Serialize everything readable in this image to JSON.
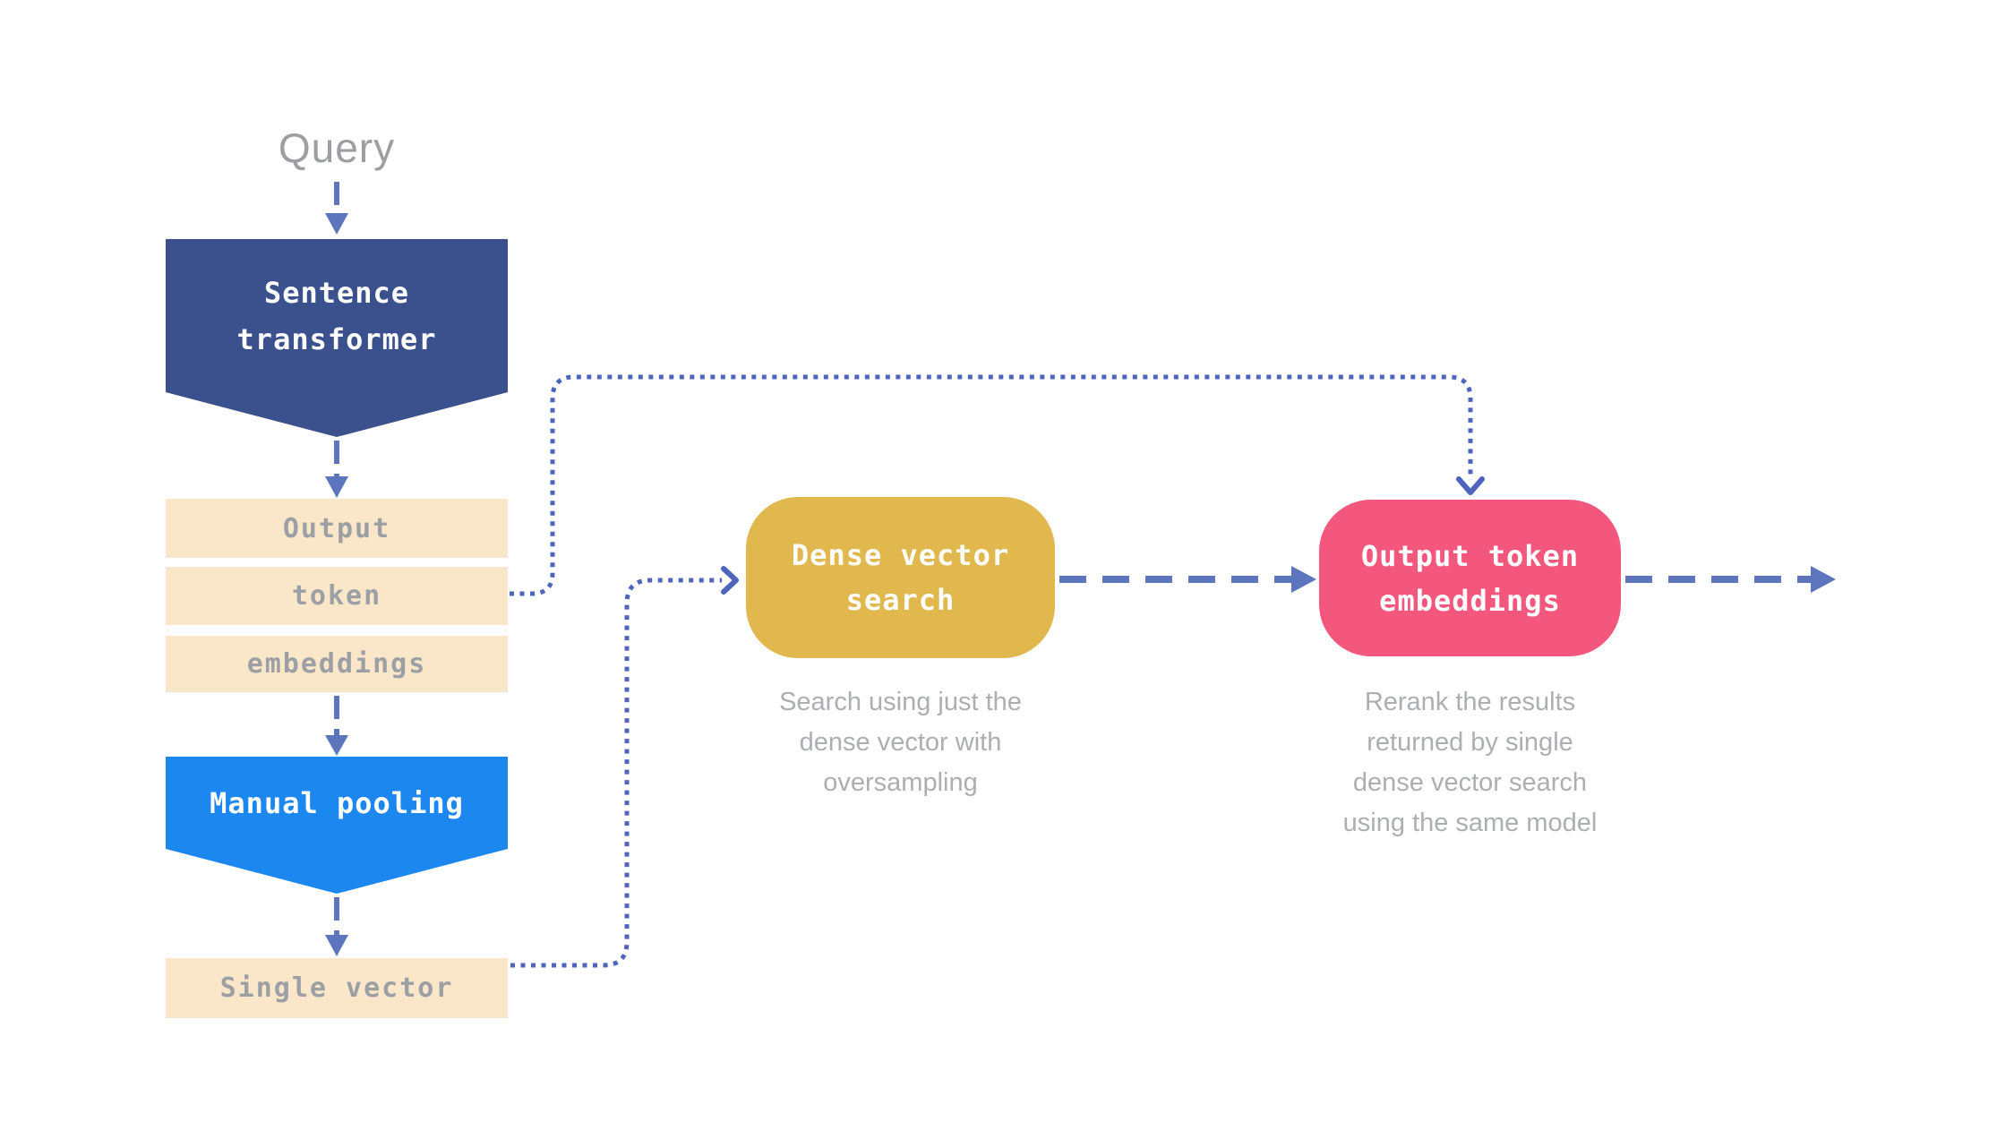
{
  "colors": {
    "background": "#FFFFFF",
    "navy": "#3B518E",
    "bright_blue": "#1D87F0",
    "cream": "#FAE7C9",
    "yellow": "#E0B84E",
    "pink": "#F3577D",
    "arrow_dash": "#5D75BC",
    "arrow_dot": "#4F65BD",
    "box_text_gray": "#9CA0A5",
    "caption_gray": "#ACAEB2",
    "query_gray": "#9D9EA2",
    "white_text": "#FFFFFF"
  },
  "diagram": {
    "query_label": "Query",
    "stages": {
      "sentence_transformer": {
        "label": "Sentence\ntransformer"
      },
      "output_token_embedding_rows": [
        "Output",
        "token",
        "embeddings"
      ],
      "manual_pooling": {
        "label": "Manual pooling"
      },
      "single_vector": {
        "label": "Single vector"
      },
      "dense_vector_search": {
        "label": "Dense vector\nsearch",
        "caption": "Search using just the\ndense vector with\noversampling"
      },
      "output_token_embeddings": {
        "label": "Output token\nembeddings",
        "caption": "Rerank the results\nreturned by single\ndense vector search\nusing the same model"
      }
    }
  }
}
